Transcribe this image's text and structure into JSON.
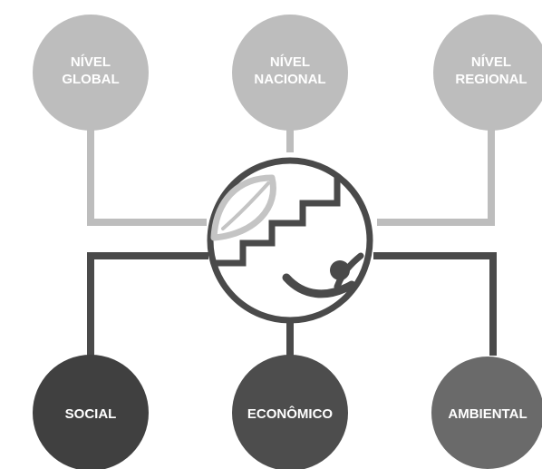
{
  "top_nodes": [
    {
      "line1": "NÍVEL",
      "line2": "GLOBAL",
      "color": "#bdbdbd"
    },
    {
      "line1": "NÍVEL",
      "line2": "NACIONAL",
      "color": "#bdbdbd"
    },
    {
      "line1": "NÍVEL",
      "line2": "REGIONAL",
      "color": "#bdbdbd"
    }
  ],
  "bottom_nodes": [
    {
      "label": "SOCIAL",
      "color": "#404040"
    },
    {
      "label": "ECONÔMICO",
      "color": "#4d4d4d"
    },
    {
      "label": "AMBIENTAL",
      "color": "#6a6a6a"
    }
  ],
  "center_icon": "globe-leaf-stairs-person-icon",
  "colors": {
    "top_connector": "#bdbdbd",
    "bottom_connector": "#4a4a4a",
    "icon_stroke": "#4a4a4a",
    "leaf": "#c4c4c4"
  }
}
